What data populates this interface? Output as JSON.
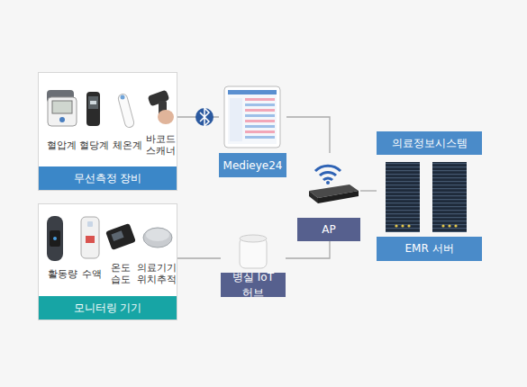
{
  "diagram": {
    "nodes": [
      {
        "text": [
          "혈압계",
          "혈당계",
          "체온계",
          "바코드 스캐너",
          "무선측정 장비"
        ]
      },
      {
        "text": [
          "Medieye24"
        ]
      },
      {
        "text": [
          "의료정보시스템",
          "EMR 서버"
        ]
      },
      {
        "text": [
          "AP"
        ]
      },
      {
        "text": [
          "활동량",
          "수액",
          "온도 습도",
          "의료기기 위치추적",
          "모니터링 기기"
        ]
      },
      {
        "text": [
          "병실 IoT 허브"
        ]
      }
    ],
    "edges": [
      {
        "from": 0,
        "to": 1,
        "arrow": "none"
      },
      {
        "from": 1,
        "to": 3,
        "arrow": "none"
      },
      {
        "from": 3,
        "to": 2,
        "arrow": "none"
      },
      {
        "from": 4,
        "to": 5,
        "arrow": "none"
      },
      {
        "from": 5,
        "to": 3,
        "arrow": "none"
      }
    ]
  }
}
